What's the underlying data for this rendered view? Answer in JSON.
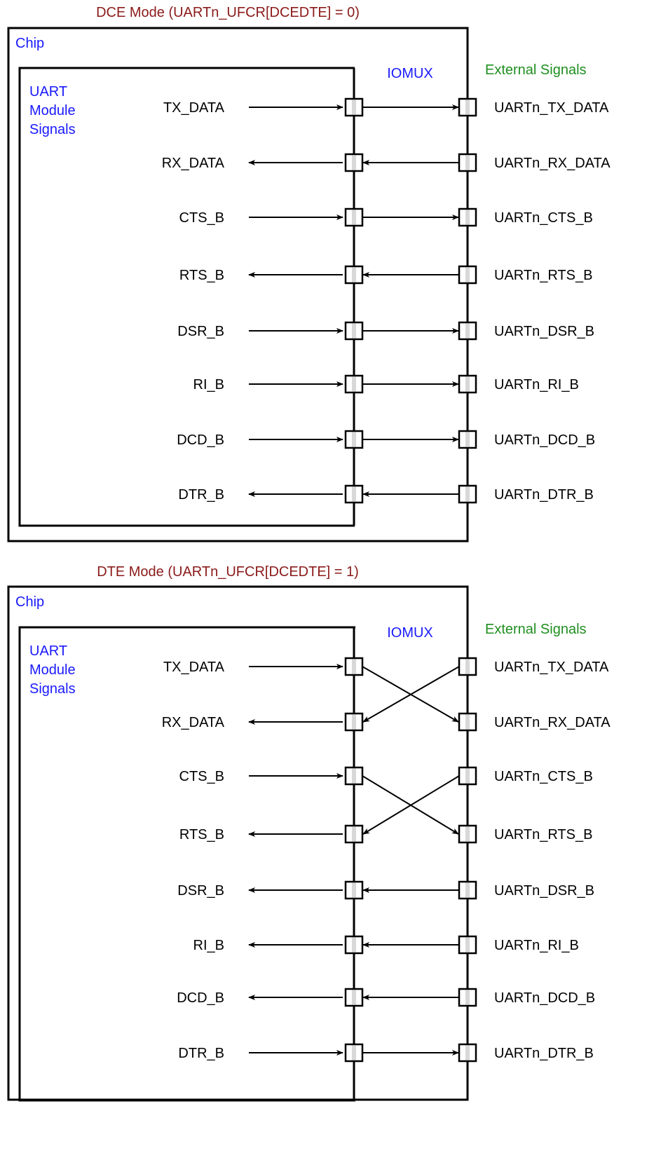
{
  "colors": {
    "title": "#8b1a1a",
    "chip_label": "#1a1aff",
    "external_label": "#1f8f1f",
    "line": "#000000",
    "pad_fill": "#d8d8d8"
  },
  "panels": [
    {
      "title": "DCE Mode (UARTn_UFCR[DCEDTE] = 0)",
      "chip_label": "Chip",
      "module_label_lines": [
        "UART",
        "Module",
        "Signals"
      ],
      "iomux_label": "IOMUX",
      "external_label": "External Signals",
      "internal_signals": [
        "TX_DATA",
        "RX_DATA",
        "CTS_B",
        "RTS_B",
        "DSR_B",
        "RI_B",
        "DCD_B",
        "DTR_B"
      ],
      "external_signals": [
        "UARTn_TX_DATA",
        "UARTn_RX_DATA",
        "UARTn_CTS_B",
        "UARTn_RTS_B",
        "UARTn_DSR_B",
        "UARTn_RI_B",
        "UARTn_DCD_B",
        "UARTn_DTR_B"
      ],
      "internal_directions": [
        "out",
        "in",
        "out",
        "in",
        "out",
        "out",
        "out",
        "in"
      ],
      "connections": [
        {
          "from": "TX_DATA",
          "to": "UARTn_TX_DATA",
          "direction": "out"
        },
        {
          "from": "RX_DATA",
          "to": "UARTn_RX_DATA",
          "direction": "in"
        },
        {
          "from": "CTS_B",
          "to": "UARTn_CTS_B",
          "direction": "out"
        },
        {
          "from": "RTS_B",
          "to": "UARTn_RTS_B",
          "direction": "in"
        },
        {
          "from": "DSR_B",
          "to": "UARTn_DSR_B",
          "direction": "out"
        },
        {
          "from": "RI_B",
          "to": "UARTn_RI_B",
          "direction": "out"
        },
        {
          "from": "DCD_B",
          "to": "UARTn_DCD_B",
          "direction": "out"
        },
        {
          "from": "DTR_B",
          "to": "UARTn_DTR_B",
          "direction": "in"
        }
      ]
    },
    {
      "title": "DTE Mode (UARTn_UFCR[DCEDTE] = 1)",
      "chip_label": "Chip",
      "module_label_lines": [
        "UART",
        "Module",
        "Signals"
      ],
      "iomux_label": "IOMUX",
      "external_label": "External Signals",
      "internal_signals": [
        "TX_DATA",
        "RX_DATA",
        "CTS_B",
        "RTS_B",
        "DSR_B",
        "RI_B",
        "DCD_B",
        "DTR_B"
      ],
      "external_signals": [
        "UARTn_TX_DATA",
        "UARTn_RX_DATA",
        "UARTn_CTS_B",
        "UARTn_RTS_B",
        "UARTn_DSR_B",
        "UARTn_RI_B",
        "UARTn_DCD_B",
        "UARTn_DTR_B"
      ],
      "internal_directions": [
        "out",
        "in",
        "out",
        "in",
        "in",
        "in",
        "in",
        "out"
      ],
      "connections": [
        {
          "from": "TX_DATA",
          "to": "UARTn_RX_DATA",
          "direction": "out"
        },
        {
          "from": "RX_DATA",
          "to": "UARTn_TX_DATA",
          "direction": "in"
        },
        {
          "from": "CTS_B",
          "to": "UARTn_RTS_B",
          "direction": "out"
        },
        {
          "from": "RTS_B",
          "to": "UARTn_CTS_B",
          "direction": "in"
        },
        {
          "from": "DSR_B",
          "to": "UARTn_DSR_B",
          "direction": "in"
        },
        {
          "from": "RI_B",
          "to": "UARTn_RI_B",
          "direction": "in"
        },
        {
          "from": "DCD_B",
          "to": "UARTn_DCD_B",
          "direction": "in"
        },
        {
          "from": "DTR_B",
          "to": "UARTn_DTR_B",
          "direction": "out"
        }
      ]
    }
  ]
}
